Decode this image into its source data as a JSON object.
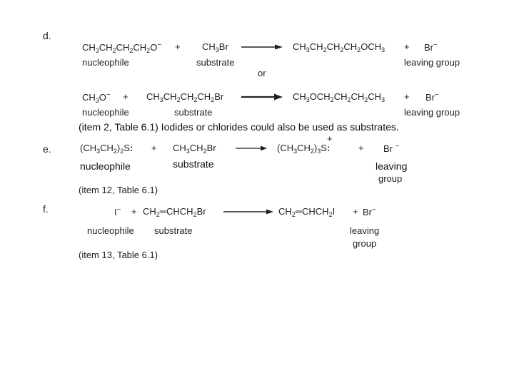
{
  "d": {
    "label": "d.",
    "row1": {
      "nucleophile": "CH3CH2CH2CH2O",
      "nucleophile_charge": "−",
      "plus1": "+",
      "substrate": "CH3Br",
      "product": "CH3CH2CH2CH2OCH3",
      "plus2": "+",
      "leaving": "Br",
      "leaving_charge": "−",
      "nucleophile_label": "nucleophile",
      "substrate_label": "substrate",
      "leaving_label": "leaving group"
    },
    "or": "or",
    "row2": {
      "nucleophile": "CH3O",
      "nucleophile_charge": "−",
      "plus1": "+",
      "substrate": "CH3CH2CH2CH2Br",
      "product": "CH3OCH2CH2CH2CH3",
      "plus2": "+",
      "leaving": "Br",
      "leaving_charge": "−",
      "nucleophile_label": "nucleophile",
      "substrate_label": "substrate",
      "leaving_label": "leaving group"
    },
    "note": "(item 2, Table 6.1) Iodides or chlorides could also be used as substrates."
  },
  "e": {
    "label": "e.",
    "nucleophile": "(CH3CH2)2S",
    "plus1": "+",
    "substrate": "CH3CH2Br",
    "product": "(CH3CH2)3S",
    "product_charge": "+",
    "plus2": "+",
    "leaving": "Br",
    "leaving_charge": "−",
    "nucleophile_label": "nucleophile",
    "substrate_label": "substrate",
    "leaving_label_1": "leaving",
    "leaving_label_2": "group",
    "note": "(item 12, Table 6.1)"
  },
  "f": {
    "label": "f.",
    "nucleophile": "I",
    "nucleophile_charge": "−",
    "plus1": "+",
    "substrate": "CH2═CHCH2Br",
    "product": "CH2═CHCH2I",
    "plus2": "+",
    "leaving": "Br",
    "leaving_charge": "−",
    "nucleophile_label": "nucleophile",
    "substrate_label": "substrate",
    "leaving_label_1": "leaving",
    "leaving_label_2": "group",
    "note": "(item 13, Table 6.1)"
  }
}
